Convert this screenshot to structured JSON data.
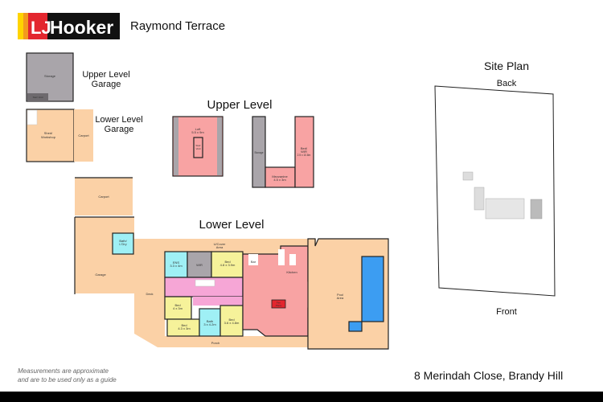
{
  "header": {
    "brand": "LJ Hooker",
    "office": "Raymond Terrace"
  },
  "colors": {
    "brand_yellow": "#ffd400",
    "brand_orange": "#f39a1e",
    "brand_red": "#e3262e",
    "brand_black": "#111111",
    "living": "#f8a3a3",
    "bedroom": "#f6f29a",
    "wet": "#9ff0f5",
    "outdoor": "#fbd1a6",
    "storage": "#a9a5aa",
    "hall": "#f6a6d6",
    "pool": "#3c9df2"
  },
  "sections": {
    "upper_garage": [
      "Upper Level",
      "Garage"
    ],
    "lower_garage": [
      "Lower Level",
      "Garage"
    ],
    "upper_level": "Upper Level",
    "lower_level": "Lower Level",
    "site_plan": "Site Plan",
    "back": "Back",
    "front": "Front"
  },
  "rooms": {
    "ug_storage": "Storage",
    "ug_stair": "Stair Void",
    "lg_shed": [
      "Shed/",
      "Workshop"
    ],
    "lg_carport": "Carport",
    "loft": [
      "Loft",
      "5.5 x 9m"
    ],
    "loft_stair": [
      "Stair",
      "Void"
    ],
    "up_storage": "Storage",
    "bed_wir": [
      "Bed/",
      "WIR",
      "2.5 x 10.8m"
    ],
    "mezzanine": [
      "Mezzanine",
      "4.5 x 3m"
    ],
    "carport": "Carport",
    "bath_ldry": [
      "Bath/",
      "L'Dry"
    ],
    "garage": "Garage",
    "deck": "Deck",
    "ucover": [
      "U/Cover",
      "Area"
    ],
    "ens": [
      "ENS",
      "3.3 x 4m"
    ],
    "wir": "WIR",
    "bed1": [
      "Bed",
      "4.8 x 3.9m"
    ],
    "bar": "Bar",
    "kitchen": "Kitchen",
    "fireplace": [
      "Fire",
      "Place"
    ],
    "bed2": [
      "Bed",
      "4 x 3m"
    ],
    "bed3": [
      "Bed",
      "4.3 x 3m"
    ],
    "bath": [
      "Bath",
      "3 x 4.2m"
    ],
    "bed4": [
      "Bed",
      "3.6 x 4.8m"
    ],
    "porch": "Porch",
    "pool_area": [
      "Pool",
      "Area"
    ]
  },
  "footer": {
    "disclaimer": [
      "Measurements are approximate",
      "and are to be used only as a guide"
    ],
    "address": "8 Merindah Close, Brandy Hill"
  }
}
